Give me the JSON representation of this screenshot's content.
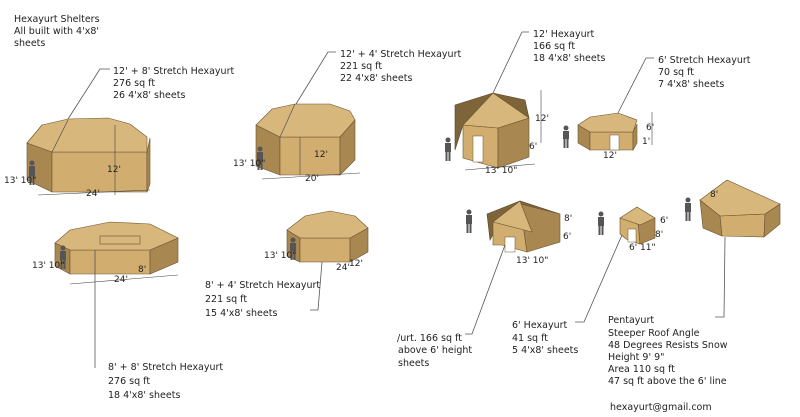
{
  "title": [
    "Hexayurt Shelters",
    "All built with 4'x8'",
    "sheets"
  ],
  "shelters": [
    {
      "name": "12' + 8' Stretch Hexayurt",
      "area": "276 sq ft",
      "sheets": "26 4'x8' sheets",
      "dims": [
        "12'",
        "13' 10\"",
        "24'"
      ]
    },
    {
      "name": "12' + 4' Stretch Hexayurt",
      "area": "221 sq ft",
      "sheets": "22 4'x8' sheets",
      "dims": [
        "12'",
        "13' 10\"",
        "20'"
      ]
    },
    {
      "name": "12' Hexayurt",
      "area": "166 sq ft",
      "sheets": "18 4'x8' sheets",
      "dims": [
        "12'",
        "6'",
        "13' 10\""
      ]
    },
    {
      "name": "6' Stretch Hexayurt",
      "area": "70 sq ft",
      "sheets": "7 4'x8' sheets",
      "dims": [
        "6'",
        "1'",
        "12'"
      ]
    },
    {
      "name": "8' + 8' Stretch Hexayurt",
      "area": "276 sq ft",
      "sheets": "18 4'x8' sheets",
      "dims": [
        "13' 10\"",
        "8'",
        "24'"
      ]
    },
    {
      "name": "8' + 4' Stretch Hexayurt",
      "area": "221 sq ft",
      "sheets": "15 4'x8' sheets",
      "dims": [
        "13' 10\"",
        "12'",
        "24'"
      ]
    },
    {
      "name": "/urt. 166 sq ft",
      "area": "above 6' height",
      "sheets": "sheets",
      "dims": [
        "8'",
        "6'",
        "13' 10\""
      ]
    },
    {
      "name": "6' Hexayurt",
      "area": "41 sq ft",
      "sheets": "5 4'x8' sheets",
      "dims": [
        "6'",
        "8'",
        "6' 11\""
      ]
    }
  ],
  "pentayurt": {
    "lines": [
      "Pentayurt",
      "Steeper Roof Angle",
      "48 Degrees Resists Snow",
      "Height 9' 9\"",
      "Area 110 sq ft",
      "47 sq ft above the 6' line"
    ],
    "dims": [
      "8'"
    ]
  },
  "email": "hexayurt@gmail.com"
}
